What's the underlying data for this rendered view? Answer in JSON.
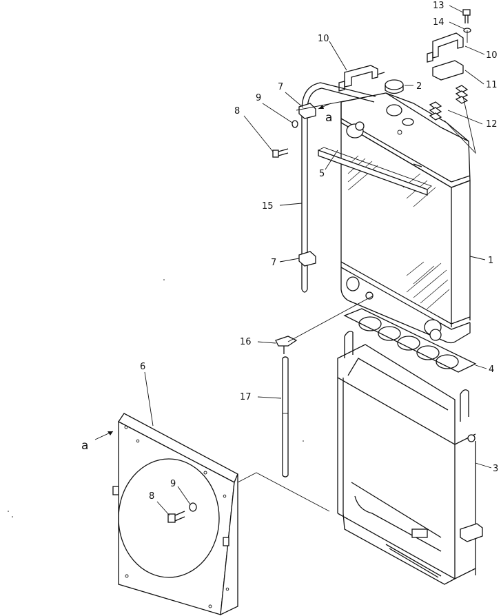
{
  "callouts": [
    {
      "id": "c13",
      "text": "13"
    },
    {
      "id": "c14",
      "text": "14"
    },
    {
      "id": "c10a",
      "text": "10"
    },
    {
      "id": "c10b",
      "text": "10"
    },
    {
      "id": "c2",
      "text": "2"
    },
    {
      "id": "c11",
      "text": "11"
    },
    {
      "id": "c7a",
      "text": "7"
    },
    {
      "id": "c9a",
      "text": "9"
    },
    {
      "id": "c8a",
      "text": "8"
    },
    {
      "id": "c12",
      "text": "12"
    },
    {
      "id": "c5",
      "text": "5"
    },
    {
      "id": "c15",
      "text": "15"
    },
    {
      "id": "c7b",
      "text": "7"
    },
    {
      "id": "c1",
      "text": "1"
    },
    {
      "id": "c16",
      "text": "16"
    },
    {
      "id": "c4",
      "text": "4"
    },
    {
      "id": "c6",
      "text": "6"
    },
    {
      "id": "c17",
      "text": "17"
    },
    {
      "id": "c3",
      "text": "3"
    },
    {
      "id": "c9b",
      "text": "9"
    },
    {
      "id": "c8b",
      "text": "8"
    }
  ],
  "view_markers": [
    {
      "id": "va1",
      "text": "a"
    },
    {
      "id": "va2",
      "text": "a"
    }
  ]
}
